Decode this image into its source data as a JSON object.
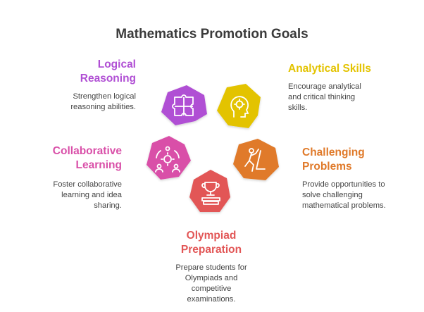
{
  "title": "Mathematics Promotion Goals",
  "colors": {
    "logical": "#b04fd4",
    "analytical": "#e3c300",
    "collaborative": "#d94fa8",
    "challenging": "#e07a2a",
    "olympiad": "#e25656",
    "title": "#3b3b3b",
    "text": "#444444"
  },
  "goals": {
    "logical": {
      "heading_lines": [
        "Logical",
        "Reasoning"
      ],
      "desc_lines": [
        "Strengthen logical",
        "reasoning abilities."
      ],
      "icon": "puzzle-icon"
    },
    "analytical": {
      "heading_lines": [
        "Analytical Skills"
      ],
      "desc_lines": [
        "Encourage analytical",
        "and critical thinking",
        "skills."
      ],
      "icon": "brain-gear-icon"
    },
    "collaborative": {
      "heading_lines": [
        "Collaborative",
        "Learning"
      ],
      "desc_lines": [
        "Foster collaborative",
        "learning and idea",
        "sharing."
      ],
      "icon": "team-gear-icon"
    },
    "challenging": {
      "heading_lines": [
        "Challenging",
        "Problems"
      ],
      "desc_lines": [
        "Provide opportunities to",
        "solve challenging",
        "mathematical problems."
      ],
      "icon": "climber-icon"
    },
    "olympiad": {
      "heading_lines": [
        "Olympiad",
        "Preparation"
      ],
      "desc_lines": [
        "Prepare students for",
        "Olympiads and",
        "competitive",
        "examinations."
      ],
      "icon": "trophy-books-icon"
    }
  }
}
